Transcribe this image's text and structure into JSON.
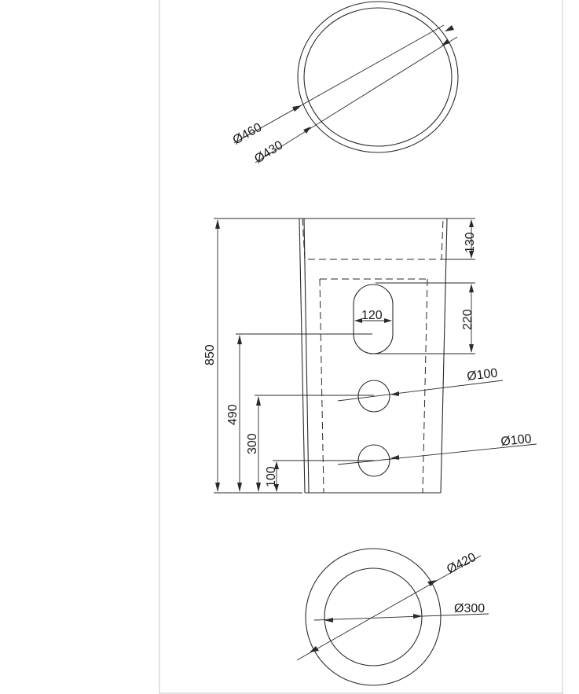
{
  "top_view": {
    "outer_diameter": "Ø460",
    "inner_diameter": "Ø430"
  },
  "front_view": {
    "overall_height": "850",
    "rim_depth": "130",
    "slot_height": "220",
    "slot_width": "120",
    "slot_center_height": "490",
    "upper_hole_height": "300",
    "lower_hole_height": "100",
    "upper_hole_diameter": "Ø100",
    "lower_hole_diameter": "Ø100"
  },
  "bottom_view": {
    "outer_diameter": "Ø420",
    "inner_diameter": "Ø300"
  },
  "colors": {
    "line": "#2a2a2a",
    "frame": "#c8c8c8",
    "background": "#ffffff"
  }
}
